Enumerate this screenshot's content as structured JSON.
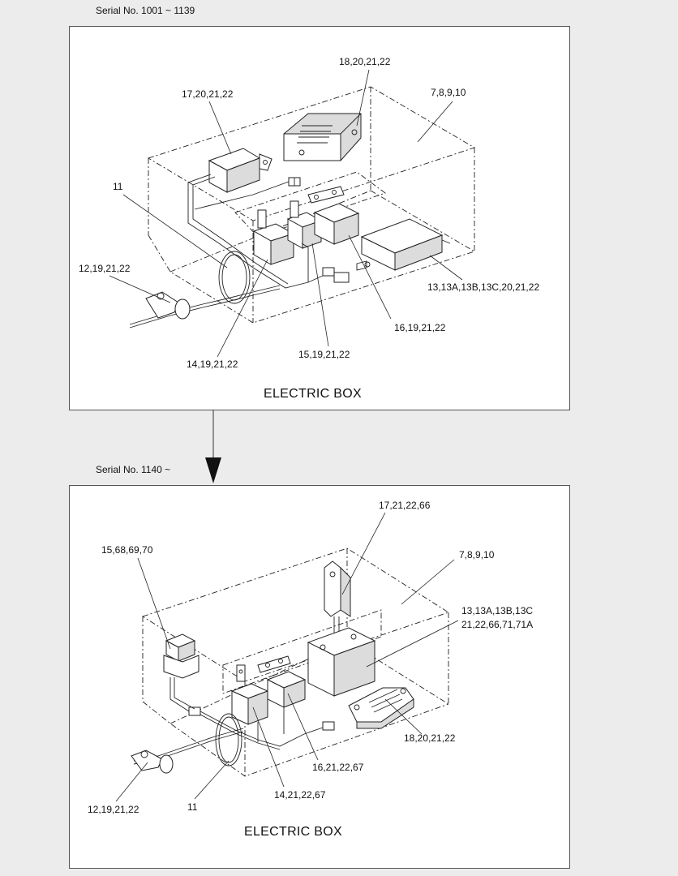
{
  "top": {
    "serial": "Serial No. 1001 ~ 1139",
    "title": "ELECTRIC BOX",
    "callouts": {
      "c1": "18,20,21,22",
      "c2": "17,20,21,22",
      "c3": "7,8,9,10",
      "c4": "11",
      "c5": "12,19,21,22",
      "c6": "13,13A,13B,13C,20,21,22",
      "c7": "16,19,21,22",
      "c8": "15,19,21,22",
      "c9": "14,19,21,22"
    }
  },
  "bottom": {
    "serial": "Serial No. 1140 ~",
    "title": "ELECTRIC BOX",
    "callouts": {
      "c1": "17,21,22,66",
      "c2": "15,68,69,70",
      "c3": "7,8,9,10",
      "c4a": "13,13A,13B,13C",
      "c4b": "21,22,66,71,71A",
      "c5": "18,20,21,22",
      "c6": "16,21,22,67",
      "c7": "14,21,22,67",
      "c8": "12,19,21,22",
      "c9": "11"
    }
  }
}
